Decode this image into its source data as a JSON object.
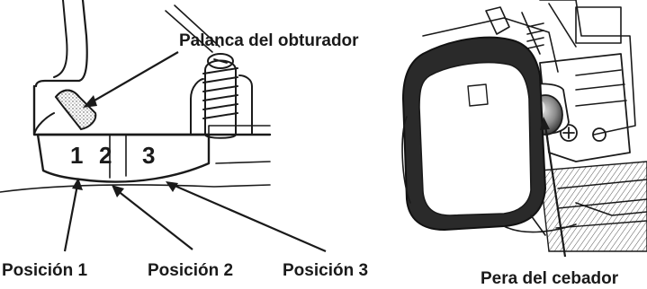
{
  "left_figure": {
    "callout": "Palanca del obturador",
    "scale_numbers": [
      "1",
      "2",
      "3"
    ],
    "positions": [
      "Posición 1",
      "Posición 2",
      "Posición 3"
    ]
  },
  "right_figure": {
    "callout": "Pera del cebador"
  }
}
